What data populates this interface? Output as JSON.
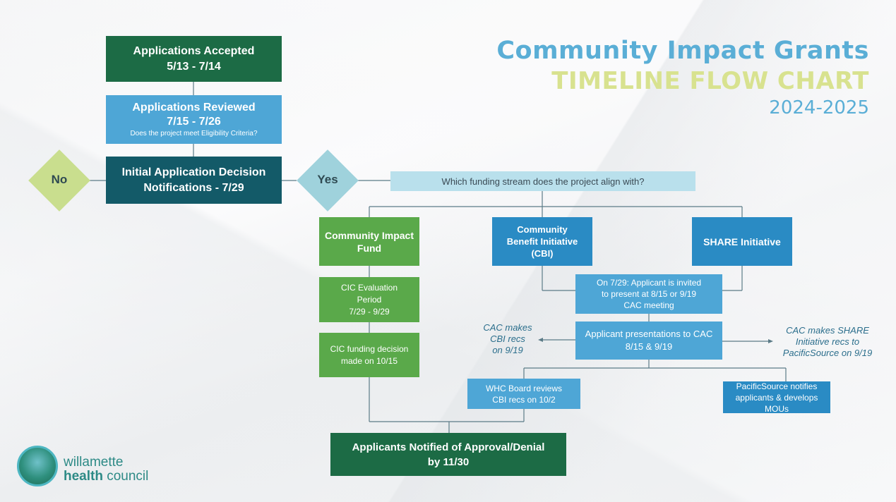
{
  "title": {
    "line1": "Community Impact Grants",
    "line2": "TIMELINE FLOW CHART",
    "line3": "2024-2025"
  },
  "boxes": {
    "accepted": {
      "line1": "Applications Accepted",
      "line2": "5/13 - 7/14"
    },
    "reviewed": {
      "line1": "Applications Reviewed",
      "line2": "7/15 - 7/26",
      "note": "Does the project meet Eligibility Criteria?"
    },
    "initial_decision": {
      "line1": "Initial Application Decision",
      "line2": "Notifications - 7/29"
    },
    "funding_question": "Which funding stream does the project align with?",
    "cif": {
      "line1": "Community Impact",
      "line2": "Fund"
    },
    "cbi": {
      "line1": "Community",
      "line2": "Benefit Initiative",
      "line3": "(CBI)"
    },
    "share": "SHARE Initiative",
    "cic_eval": {
      "line1": "CIC Evaluation",
      "line2": "Period",
      "line3": "7/29 - 9/29"
    },
    "cic_decision": {
      "line1": "CIC funding decision",
      "line2": "made on 10/15"
    },
    "invited": {
      "line1": "On 7/29: Applicant is invited",
      "line2": "to present at 8/15 or 9/19",
      "line3": "CAC meeting"
    },
    "presentations": {
      "line1": "Applicant presentations to CAC",
      "line2": "8/15 & 9/19"
    },
    "whc_board": {
      "line1": "WHC Board reviews",
      "line2": "CBI recs on 10/2"
    },
    "pacificsource": {
      "line1": "PacificSource notifies",
      "line2": "applicants & develops MOUs"
    },
    "notified": {
      "line1": "Applicants Notified of Approval/Denial",
      "line2": "by 11/30"
    }
  },
  "diamonds": {
    "no": "No",
    "yes": "Yes"
  },
  "notes": {
    "cac_cbi": {
      "line1": "CAC makes",
      "line2": "CBI recs",
      "line3": "on 9/19"
    },
    "cac_share": {
      "line1": "CAC makes SHARE",
      "line2": "Initiative recs to",
      "line3": "PacificSource on 9/19"
    }
  },
  "logo": {
    "line1": "willamette",
    "line2_bold": "health",
    "line2_rest": " council"
  },
  "colors": {
    "dark_green": "#1c6b45",
    "teal_dark": "#135a68",
    "light_blue": "#4ea6d6",
    "green": "#5aa94a",
    "blue": "#2a8bc4",
    "pale_blue": "#b9e0ec",
    "lime": "#c9de8e"
  }
}
